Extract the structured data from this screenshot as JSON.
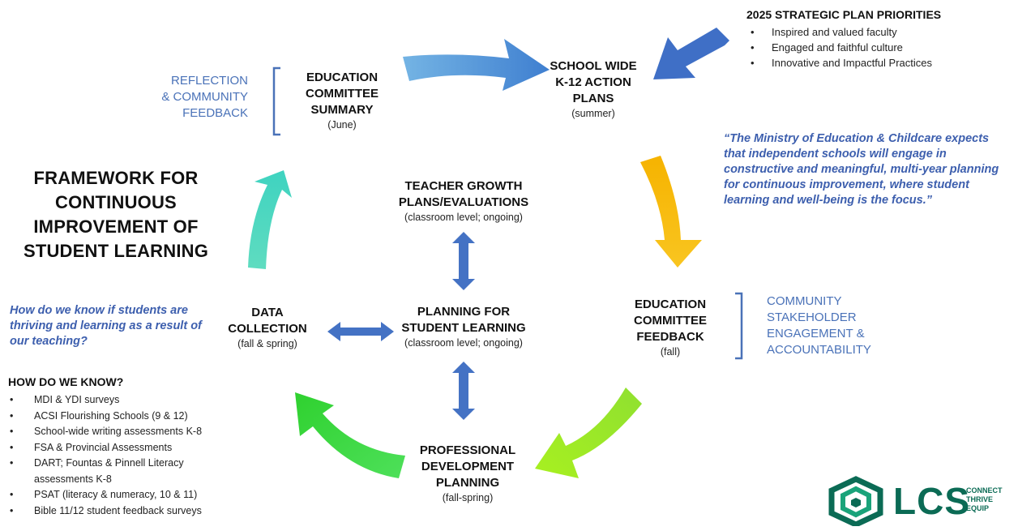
{
  "main_title": "FRAMEWORK FOR\nCONTINUOUS\nIMPROVEMENT OF\nSTUDENT LEARNING",
  "nodes": {
    "education_committee_summary": {
      "title": "EDUCATION\nCOMMITTEE\nSUMMARY",
      "sub": "(June)"
    },
    "school_wide_plans": {
      "title": "SCHOOL WIDE\nK-12 ACTION\nPLANS",
      "sub": "(summer)"
    },
    "teacher_growth": {
      "title": "TEACHER GROWTH\nPLANS/EVALUATIONS",
      "sub": "(classroom level; ongoing)"
    },
    "planning_for_learning": {
      "title": "PLANNING FOR\nSTUDENT LEARNING",
      "sub": "(classroom level; ongoing)"
    },
    "data_collection": {
      "title": "DATA\nCOLLECTION",
      "sub": "(fall & spring)"
    },
    "education_committee_feedback": {
      "title": "EDUCATION\nCOMMITTEE\nFEEDBACK",
      "sub": "(fall)"
    },
    "professional_development": {
      "title": "PROFESSIONAL\nDEVELOPMENT\nPLANNING",
      "sub": "(fall-spring)"
    }
  },
  "side_labels": {
    "reflection": "REFLECTION\n& COMMUNITY\nFEEDBACK",
    "community": "COMMUNITY\nSTAKEHOLDER\nENGAGEMENT &\nACCOUNTABILITY"
  },
  "priorities": {
    "title": "2025 STRATEGIC PLAN PRIORITIES",
    "items": [
      "Inspired and valued faculty",
      "Engaged and faithful culture",
      "Innovative and Impactful Practices"
    ]
  },
  "quote": "“The Ministry of Education & Childcare expects that independent schools will engage in constructive and meaningful, multi-year planning for continuous improvement, where student learning and well-being is the focus.”",
  "question": "How do we know if students are thriving and learning as a result of our teaching?",
  "how_do_we_know": {
    "title": "HOW DO WE KNOW?",
    "items": [
      "MDI & YDI surveys",
      "ACSI Flourishing Schools (9 & 12)",
      "School-wide writing assessments K-8",
      "FSA & Provincial Assessments",
      "DART; Fountas & Pinnell Literacy\nassessments K-8",
      "PSAT (literacy & numeracy, 10 & 11)",
      "Bible 11/12 student feedback surveys"
    ]
  },
  "logo": {
    "text": "LCS",
    "tagline": "CONNECT\nTHRIVE\nEQUIP"
  },
  "colors": {
    "arrow_blue_light": "#5b9bd5",
    "arrow_blue_dark": "#3f6fc6",
    "arrow_yellow": "#f5b800",
    "arrow_lime": "#8ee22a",
    "arrow_green": "#3fd93f",
    "arrow_teal": "#4fd6c0",
    "double_arrow": "#4472c4",
    "accent_text": "#3d5fae",
    "logo_green": "#0b6b55"
  }
}
